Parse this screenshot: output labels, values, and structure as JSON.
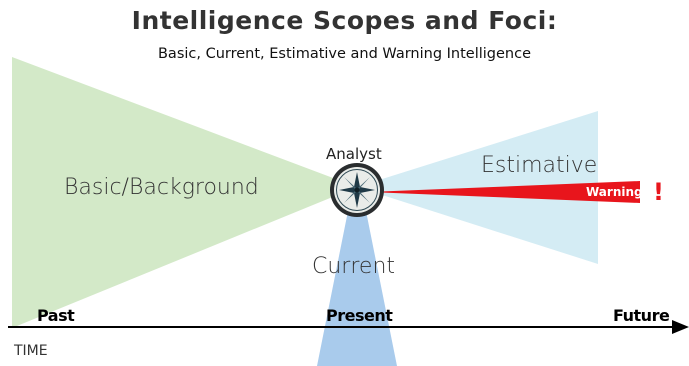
{
  "header": {
    "title": "Intelligence Scopes and Foci:",
    "subtitle": "Basic, Current, Estimative and Warning Intelligence"
  },
  "regions": {
    "basic": "Basic/Background",
    "estimative": "Estimative",
    "current": "Current",
    "warning": "Warning",
    "warning_mark": "!"
  },
  "analyst": "Analyst",
  "timeline": {
    "past": "Past",
    "present": "Present",
    "future": "Future",
    "axis_label": "TIME"
  },
  "colors": {
    "basic": "#d3e9c8",
    "estimative": "#d4ecf4",
    "current": "#a9cbec",
    "warning": "#e8151c"
  }
}
